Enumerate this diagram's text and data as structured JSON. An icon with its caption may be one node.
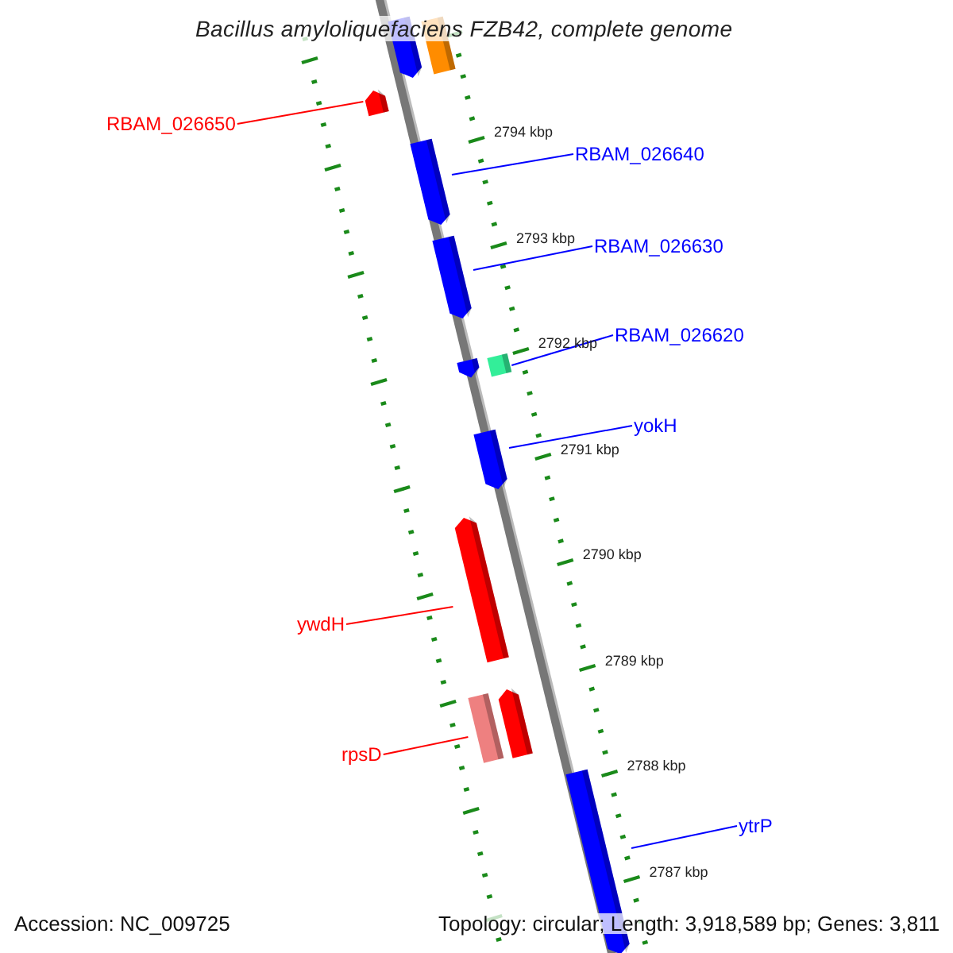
{
  "diagram": {
    "title": "Bacillus amyloliquefaciens FZB42, complete genome",
    "nodes": [
      {
        "text": [
          "RBAM_026650"
        ]
      },
      {
        "text": [],
        "shape": "arrow"
      },
      {
        "text": [
          "RBAM_026640"
        ]
      },
      {
        "text": [],
        "shape": "arrow"
      },
      {
        "text": [
          "RBAM_026630"
        ]
      },
      {
        "text": [],
        "shape": "arrow"
      },
      {
        "text": [
          "RBAM_026620"
        ]
      },
      {
        "text": [],
        "shape": "box"
      },
      {
        "text": [
          "yokH"
        ]
      },
      {
        "text": [],
        "shape": "arrow"
      },
      {
        "text": [
          "ywdH"
        ]
      },
      {
        "text": [],
        "shape": "arrow"
      },
      {
        "text": [
          "rpsD"
        ]
      },
      {
        "text": [],
        "shape": "box"
      },
      {
        "text": [
          "ytrP"
        ]
      },
      {
        "text": [],
        "shape": "arrow"
      },
      {
        "text": [],
        "shape": "arrow"
      },
      {
        "text": [],
        "shape": "box"
      },
      {
        "text": [],
        "shape": "arrow"
      },
      {
        "text": [],
        "shape": "arrow"
      }
    ],
    "edges": [
      {
        "from": 0,
        "to": 1,
        "arrow": "none",
        "color": "#ff0000"
      },
      {
        "from": 2,
        "to": 3,
        "arrow": "none"
      },
      {
        "from": 4,
        "to": 5,
        "arrow": "none"
      },
      {
        "from": 6,
        "to": 7,
        "arrow": "none"
      },
      {
        "from": 8,
        "to": 9,
        "arrow": "none"
      },
      {
        "from": 10,
        "to": 11,
        "arrow": "none",
        "color": "#ff0000"
      },
      {
        "from": 12,
        "to": 13,
        "arrow": "none",
        "color": "#ff0000"
      },
      {
        "from": 14,
        "to": 15,
        "arrow": "none"
      }
    ],
    "labels": [
      "2794 kbp",
      "2793 kbp",
      "2792 kbp",
      "2791 kbp",
      "2790 kbp",
      "2789 kbp",
      "2788 kbp",
      "2787 kbp",
      "Accession: NC_009725",
      "Topology: circular; Length: 3,918,589 bp; Genes: 3,811"
    ]
  }
}
